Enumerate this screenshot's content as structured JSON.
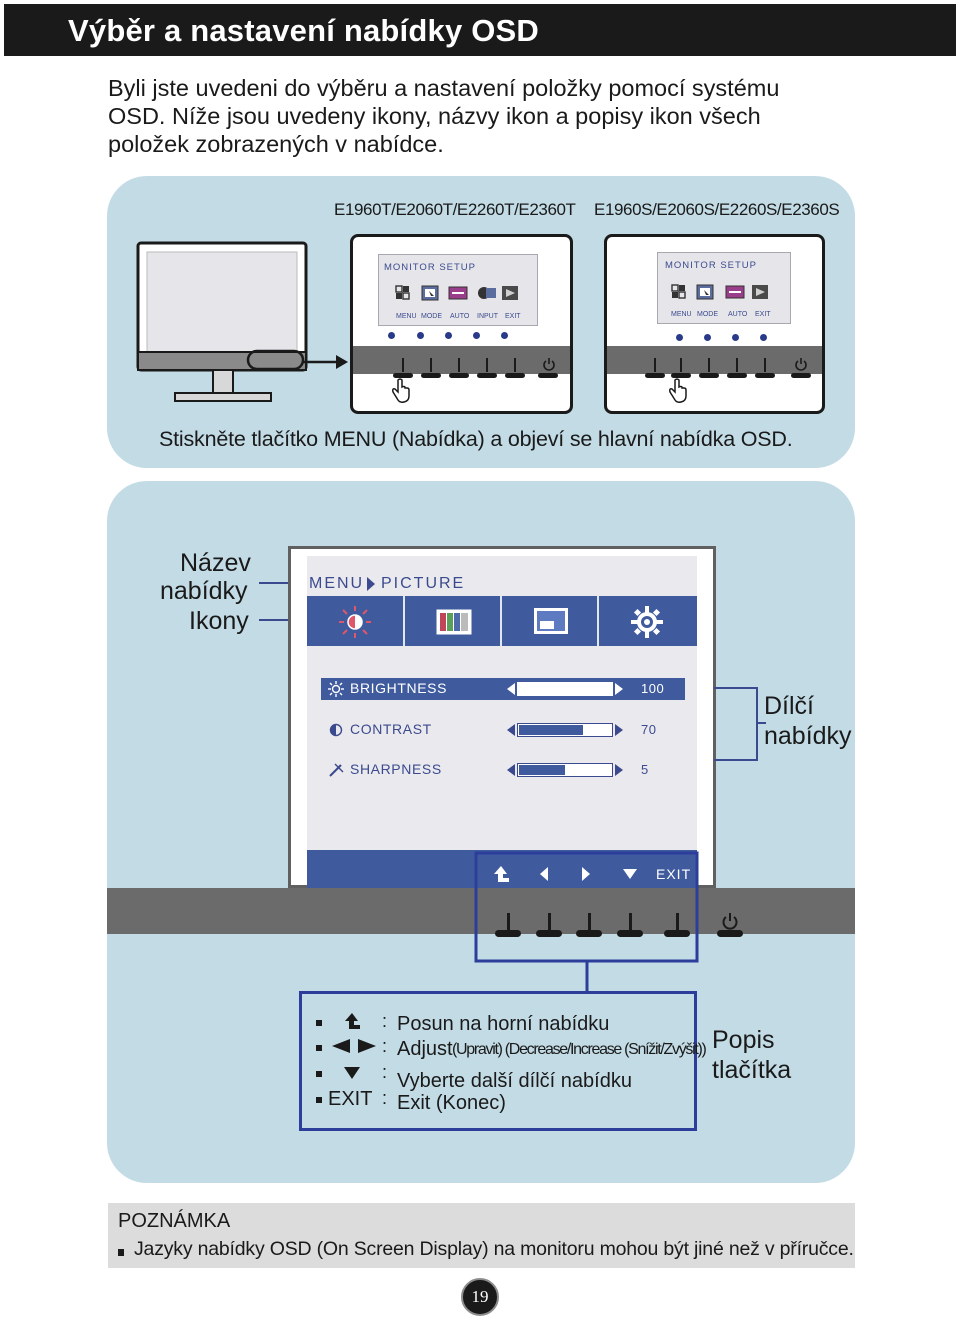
{
  "header": {
    "title": "Výběr a nastavení nabídky OSD"
  },
  "intro": {
    "text": "Byli jste uvedeni do výběru a nastavení položky pomocí systému OSD. Níže jsou uvedeny ikony, názvy ikon a popisy ikon všech položek zobrazených v  nabídce."
  },
  "panel1": {
    "model_t": "E1960T/E2060T/E2260T/E2360T",
    "model_s": "E1960S/E2060S/E2260S/E2360S",
    "osd_title": "MONITOR SETUP",
    "labels_t": [
      "MENU",
      "MODE",
      "AUTO",
      "INPUT",
      "EXIT"
    ],
    "labels_s": [
      "MENU",
      "MODE",
      "AUTO",
      "EXIT"
    ],
    "caption": "Stiskněte tlačítko MENU (Nabídka) a objeví se hlavní nabídka OSD."
  },
  "panel2": {
    "label_name_1": "Název",
    "label_name_2": "nabídky",
    "label_icons": "Ikony",
    "label_sub_1": "Dílčí",
    "label_sub_2": "nabídky",
    "label_btn_1": "Popis",
    "label_btn_2": "tlačítka",
    "crumb_menu": "MENU",
    "crumb_picture": "PICTURE",
    "submenu": [
      {
        "label": "BRIGHTNESS",
        "value": "100",
        "level": 1.0,
        "selected": true
      },
      {
        "label": "CONTRAST",
        "value": "70",
        "level": 0.7,
        "selected": false
      },
      {
        "label": "SHARPNESS",
        "value": "5",
        "level": 0.5,
        "selected": false
      }
    ],
    "exit_label": "EXIT",
    "legend": {
      "exit_key": "EXIT",
      "colon": ":",
      "row1": "Posun na horní nabídku",
      "row2a": "Adjust",
      "row2b": "(Upravit) (Decrease/Increase (Snížit/Zvýšit))",
      "row3": "Vyberte další dílčí nabídku",
      "row4": "Exit (Konec)"
    }
  },
  "note": {
    "title": "POZNÁMKA",
    "text": "Jazyky nabídky OSD (On Screen Display) na monitoru mohou být jiné než v příručce."
  },
  "page_number": "19",
  "colors": {
    "accent": "#3f5b9e",
    "panel": "#c2dbe5",
    "legend_border": "#2c3d9a"
  }
}
